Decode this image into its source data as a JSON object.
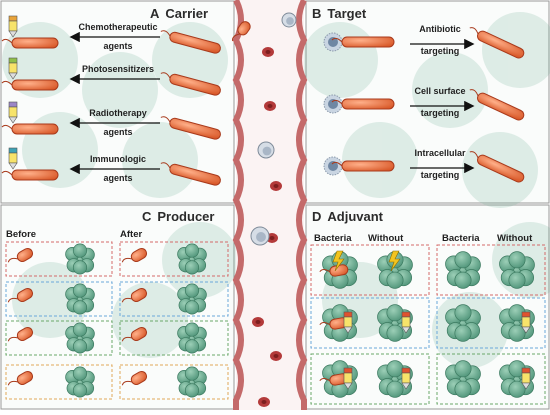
{
  "panelA": {
    "letter": "A",
    "title": "Carrier",
    "agents": [
      {
        "line1": "Chemotherapeutic",
        "line2": "agents",
        "cap": "#e8a43a"
      },
      {
        "line1": "Photosensitizers",
        "line2": "",
        "cap": "#8fbf4a"
      },
      {
        "line1": "Radiotherapy",
        "line2": "agents",
        "cap": "#9b86c7"
      },
      {
        "line1": "Immunologic",
        "line2": "agents",
        "cap": "#3ea2b5"
      }
    ]
  },
  "panelB": {
    "letter": "B",
    "title": "Target",
    "targets": [
      {
        "line1": "Antibiotic",
        "line2": "targeting"
      },
      {
        "line1": "Cell surface",
        "line2": "targeting"
      },
      {
        "line1": "Intracellular",
        "line2": "targeting"
      }
    ]
  },
  "panelC": {
    "letter": "C",
    "title": "Producer",
    "before_label": "Before",
    "after_label": "After",
    "row_colors": [
      "#d46a6a",
      "#6aa7d9",
      "#6aa86a",
      "#e0a85a"
    ]
  },
  "panelD": {
    "letter": "D",
    "title": "Adjuvant",
    "bacteria_label": "Bacteria",
    "without_label": "Without",
    "row_colors": [
      "#d46a6a",
      "#6aa7d9",
      "#6aa86a"
    ]
  },
  "colors": {
    "bacterium": "#e86a3a",
    "bacterium_outline": "#a83a1c",
    "tumor_cell": "#5fa88a",
    "vessel_wall": "#c46a6a",
    "red_blood_cell": "#b33a3a",
    "panel_border": "#9a9a9a"
  }
}
